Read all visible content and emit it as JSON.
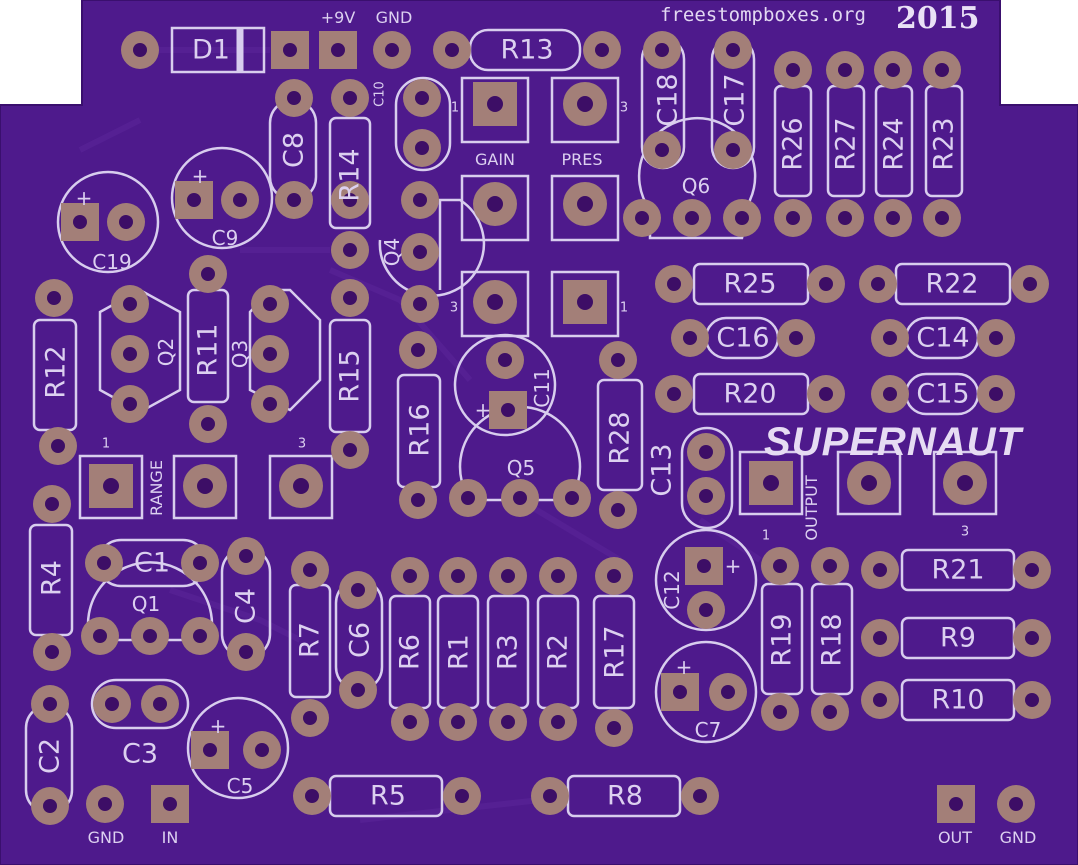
{
  "board": {
    "website": "freestompboxes.org",
    "year": "2015",
    "product_name": "SUPERNAUT",
    "colors": {
      "board": "#4e1a8c",
      "board_edge": "#3a0f6e",
      "silkscreen": "#d8cdee",
      "copper_pad": "#a37f78",
      "hole": "#3d0e66"
    }
  },
  "connectors": {
    "power_plus": "+9V",
    "power_gnd": "GND",
    "in_gnd": "GND",
    "in": "IN",
    "out": "OUT",
    "out_gnd": "GND"
  },
  "pots": {
    "gain": "GAIN",
    "pres": "PRES",
    "range": "RANGE",
    "output": "OUTPUT",
    "pin1": "1",
    "pin3": "3"
  },
  "components": {
    "D1": "D1",
    "R1": "R1",
    "R2": "R2",
    "R3": "R3",
    "R4": "R4",
    "R5": "R5",
    "R6": "R6",
    "R7": "R7",
    "R8": "R8",
    "R9": "R9",
    "R10": "R10",
    "R11": "R11",
    "R12": "R12",
    "R13": "R13",
    "R14": "R14",
    "R15": "R15",
    "R16": "R16",
    "R17": "R17",
    "R18": "R18",
    "R19": "R19",
    "R20": "R20",
    "R21": "R21",
    "R22": "R22",
    "R23": "R23",
    "R24": "R24",
    "R25": "R25",
    "R26": "R26",
    "R27": "R27",
    "R28": "R28",
    "C1": "C1",
    "C2": "C2",
    "C3": "C3",
    "C4": "C4",
    "C5": "C5",
    "C6": "C6",
    "C7": "C7",
    "C8": "C8",
    "C9": "C9",
    "C10": "C10",
    "C11": "C11",
    "C12": "C12",
    "C13": "C13",
    "C14": "C14",
    "C15": "C15",
    "C16": "C16",
    "C17": "C17",
    "C18": "C18",
    "C19": "C19",
    "Q1": "Q1",
    "Q2": "Q2",
    "Q3": "Q3",
    "Q4": "Q4",
    "Q5": "Q5",
    "Q6": "Q6",
    "plus": "+"
  }
}
